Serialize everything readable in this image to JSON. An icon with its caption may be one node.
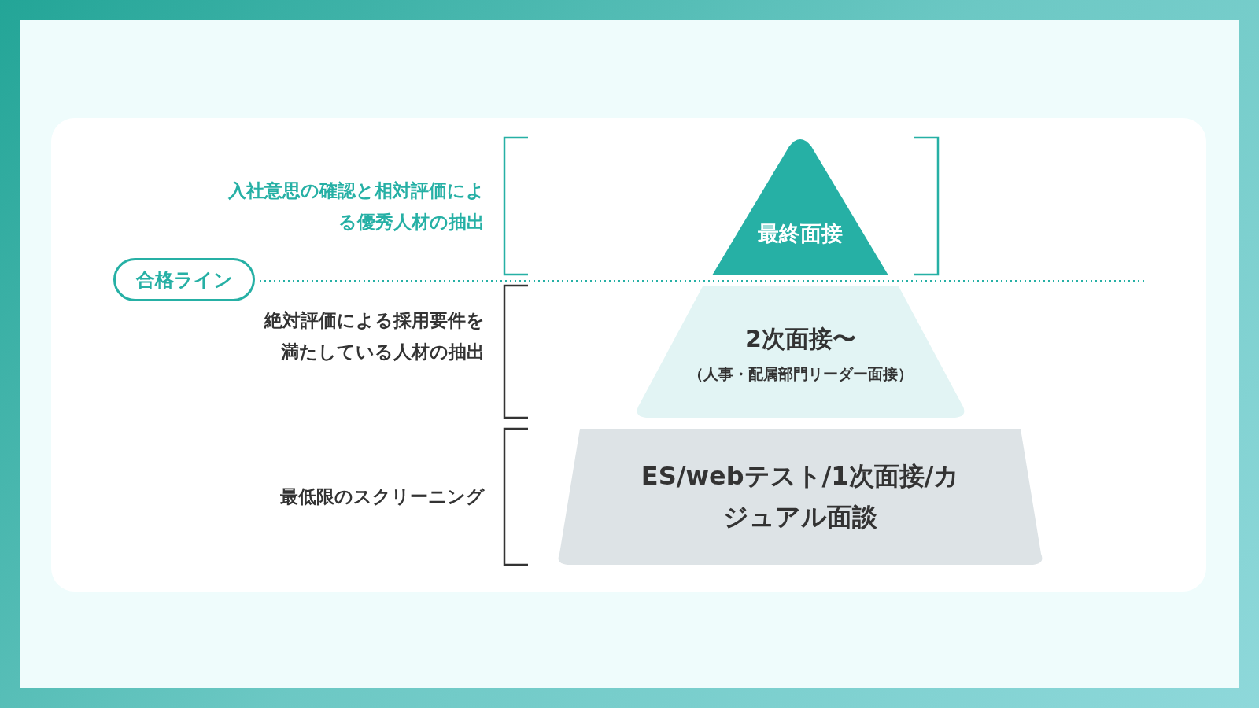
{
  "diagram": {
    "nodes": [
      {
        "text": [
          "最終面接"
        ]
      },
      {
        "text": [
          "2次面接〜",
          "（人事・配属部門リーダー面接）"
        ]
      },
      {
        "text": [
          "ES/webテスト/1次面接/カジュアル面談"
        ]
      },
      {
        "text": [
          "合格ライン"
        ]
      }
    ],
    "labels": [
      "入社意思の確認と相対評価による優秀人材の抽出",
      "絶対評価による採用要件を満たしている人材の抽出",
      "最低限のスクリーニング"
    ]
  }
}
